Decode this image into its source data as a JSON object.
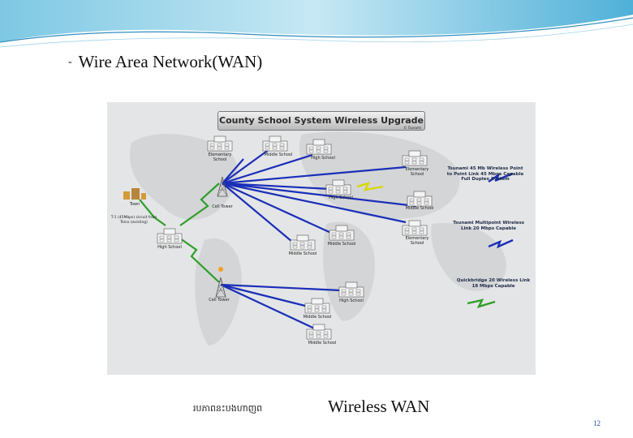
{
  "slide": {
    "bullet": "-",
    "title": "Wire Area Network(WAN)",
    "khmer_caption": "របភាពនះបងហាញព",
    "caption": "Wireless WAN",
    "page_number": "12"
  },
  "diagram": {
    "banner": "County School System Wireless Upgrade",
    "banner_sub": "© Tsunami",
    "colors": {
      "link_blue": "#1a2fb8",
      "link_green": "#2f9e2a",
      "link_yellow": "#d8d800",
      "background": "#e4e5e6"
    },
    "nodes": {
      "elementary_1": "Elementary School",
      "middle_1": "Middle School",
      "high_1": "High School",
      "elementary_2": "Elementary School",
      "high_2": "High School",
      "middle_2": "Middle School",
      "elementary_3": "Elementary School",
      "town": "Town",
      "t1_note": "T-1 (45Mbps) circuit from Telco (existing)",
      "cell_tower_1": "Cell Tower",
      "high_3": "High School",
      "middle_3": "Middle School",
      "middle_4": "Middle School",
      "cell_tower_2": "Cell Tower",
      "high_4": "High School",
      "middle_5": "Middle School",
      "middle_6": "Middle School"
    },
    "legend": {
      "p2p": "Tsunami 45 Mb Wireless Point to Point Link 45 Mbps Capable Full Duplex System",
      "multipoint": "Tsunami Multipoint Wireless Link 20 Mbps Capable",
      "quickbridge": "Quickbridge 20 Wireless Link 18 Mbps Capable"
    }
  }
}
